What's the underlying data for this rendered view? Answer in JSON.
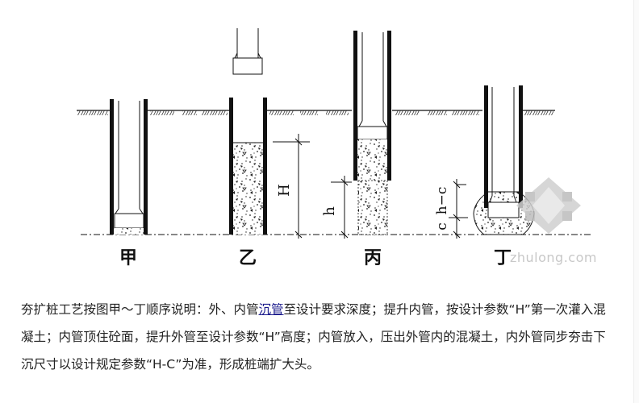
{
  "diagram": {
    "stages": [
      {
        "id": "jia",
        "label": "甲"
      },
      {
        "id": "yi",
        "label": "乙"
      },
      {
        "id": "bing",
        "label": "丙"
      },
      {
        "id": "ding",
        "label": "丁"
      }
    ],
    "dimensions": {
      "H": "H",
      "h": "h",
      "c": "c",
      "h_minus_c": "h−c"
    },
    "watermark": "zhulong.com"
  },
  "description": {
    "part1": "夯扩桩工艺按图甲～丁顺序说明：外、内管",
    "link": "沉管",
    "part2": "至设计要求深度；提升内管，按设计参数“H”第一次灌入混凝土；内管顶住砼面，提升外管至设计参数“H”高度；内管放入，压出外管内的混凝土，内外管同步夯击下沉尺寸以设计规定参数“H-C”为准，形成桩端扩大头。"
  },
  "colors": {
    "line": "#111111",
    "link": "#1a1a8c",
    "watermark": "#c8c8c8"
  }
}
